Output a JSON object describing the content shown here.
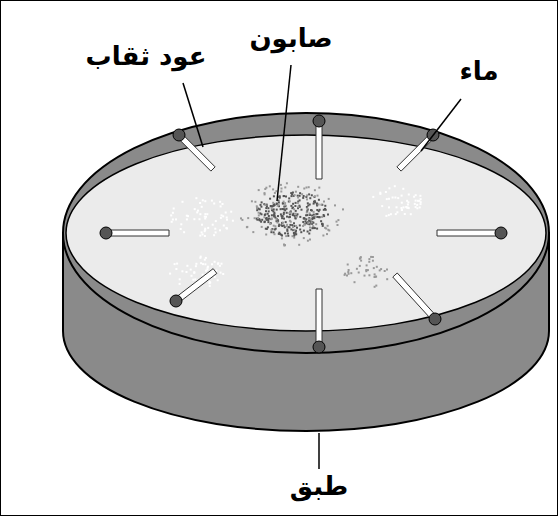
{
  "diagram": {
    "labels": [
      "صابون",
      "عود ثقاب",
      "ماء",
      "طبق"
    ]
  }
}
